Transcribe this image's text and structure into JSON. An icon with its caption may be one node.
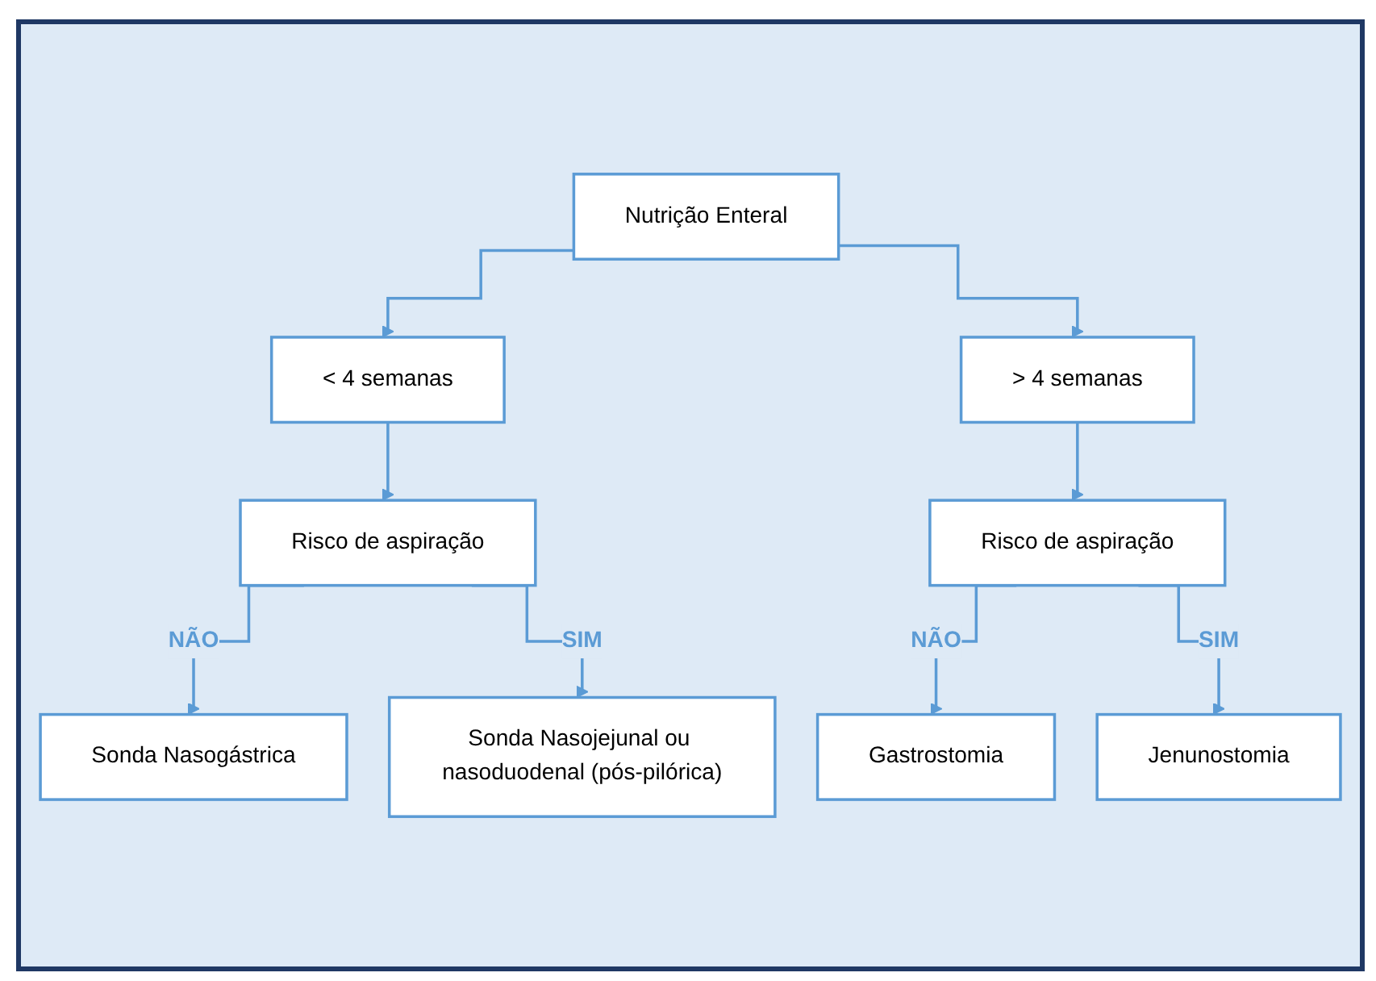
{
  "diagram": {
    "nodes": [
      {
        "text": [
          "Nutrição Enteral"
        ]
      },
      {
        "text": [
          "< 4 semanas"
        ]
      },
      {
        "text": [
          "> 4 semanas"
        ]
      },
      {
        "text": [
          "Risco de aspiração"
        ]
      },
      {
        "text": [
          "Risco de aspiração"
        ]
      },
      {
        "text": [
          "Sonda Nasogástrica"
        ]
      },
      {
        "text": [
          "Sonda Nasojejunal ou nasoduodenal (pós-pilórica)"
        ]
      },
      {
        "text": [
          "Gastrostomia"
        ]
      },
      {
        "text": [
          "Jenunostomia"
        ]
      }
    ],
    "edges": [
      {
        "from": 0,
        "to": 1,
        "arrow": "to"
      },
      {
        "from": 0,
        "to": 2,
        "arrow": "to"
      },
      {
        "from": 1,
        "to": 3,
        "arrow": "to"
      },
      {
        "from": 2,
        "to": 4,
        "arrow": "to"
      },
      {
        "from": 3,
        "to": 5,
        "label": "NÃO",
        "arrow": "to"
      },
      {
        "from": 3,
        "to": 6,
        "label": "SIM",
        "arrow": "to"
      },
      {
        "from": 4,
        "to": 7,
        "label": "NÃO",
        "arrow": "to"
      },
      {
        "from": 4,
        "to": 8,
        "label": "SIM",
        "arrow": "to"
      }
    ]
  }
}
